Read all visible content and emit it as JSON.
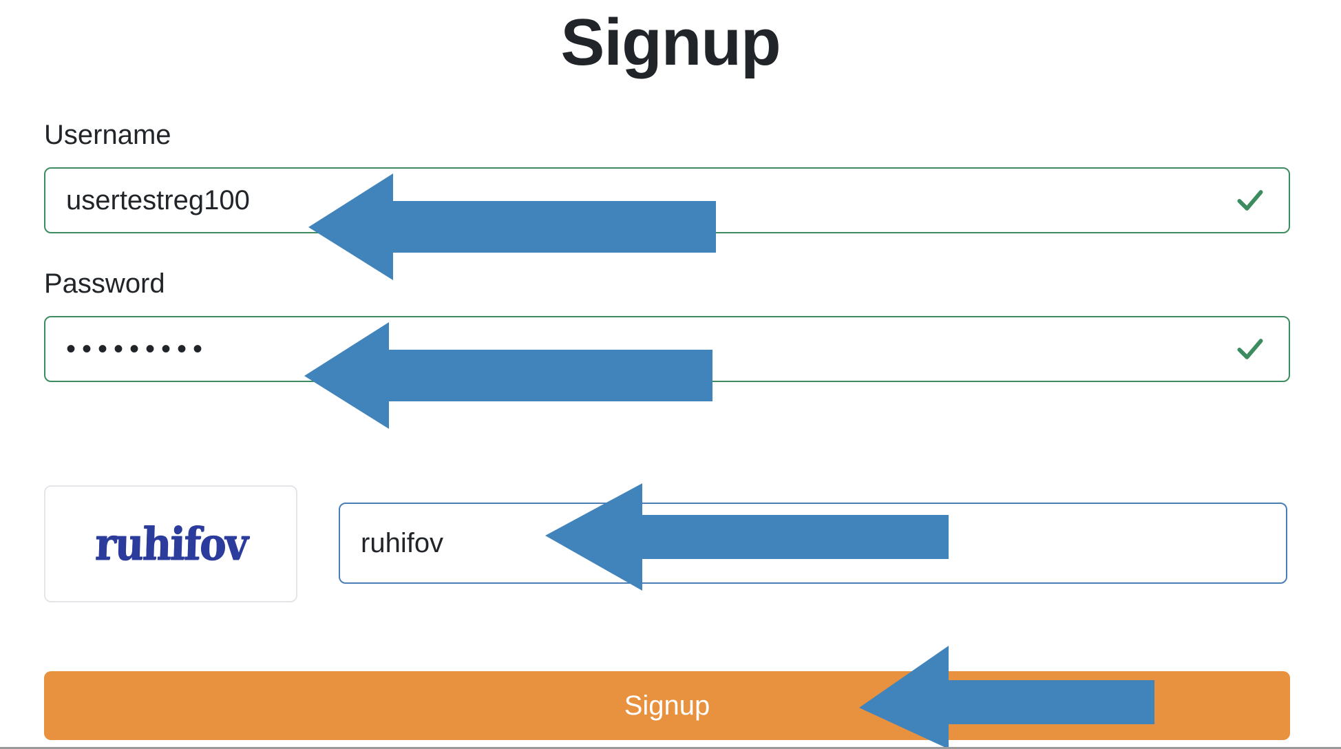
{
  "page": {
    "title": "Signup",
    "background_color": "#ffffff",
    "text_color": "#212529"
  },
  "form": {
    "fields": [
      {
        "name": "username",
        "label": "Username",
        "value": "usertestreg100",
        "placeholder": "",
        "state": "valid",
        "border_color": "#3c8c5f",
        "has_valid_check": true
      },
      {
        "name": "password",
        "label": "Password",
        "value": "•••••••••",
        "masked_char_count": 9,
        "placeholder": "",
        "state": "valid",
        "border_color": "#3c8c5f",
        "has_valid_check": true
      }
    ],
    "captcha": {
      "image_text": "ruhifov",
      "image_text_color": "#2c3c9c",
      "input_value": "ruhifov",
      "input_placeholder": "",
      "input_state": "focused",
      "input_border_color": "#4a7db5"
    },
    "submit": {
      "label": "Signup",
      "background_color": "#e8913f",
      "text_color": "#ffffff"
    }
  },
  "annotations": {
    "arrow_color": "#4184bc",
    "arrows": [
      {
        "name": "username-arrow",
        "points_to": "username-input"
      },
      {
        "name": "password-arrow",
        "points_to": "password-input"
      },
      {
        "name": "captcha-arrow",
        "points_to": "captcha-input"
      },
      {
        "name": "signup-arrow",
        "points_to": "signup-button"
      }
    ]
  },
  "icons": {
    "valid_check": "check-icon",
    "valid_check_color": "#3c8c5f"
  }
}
